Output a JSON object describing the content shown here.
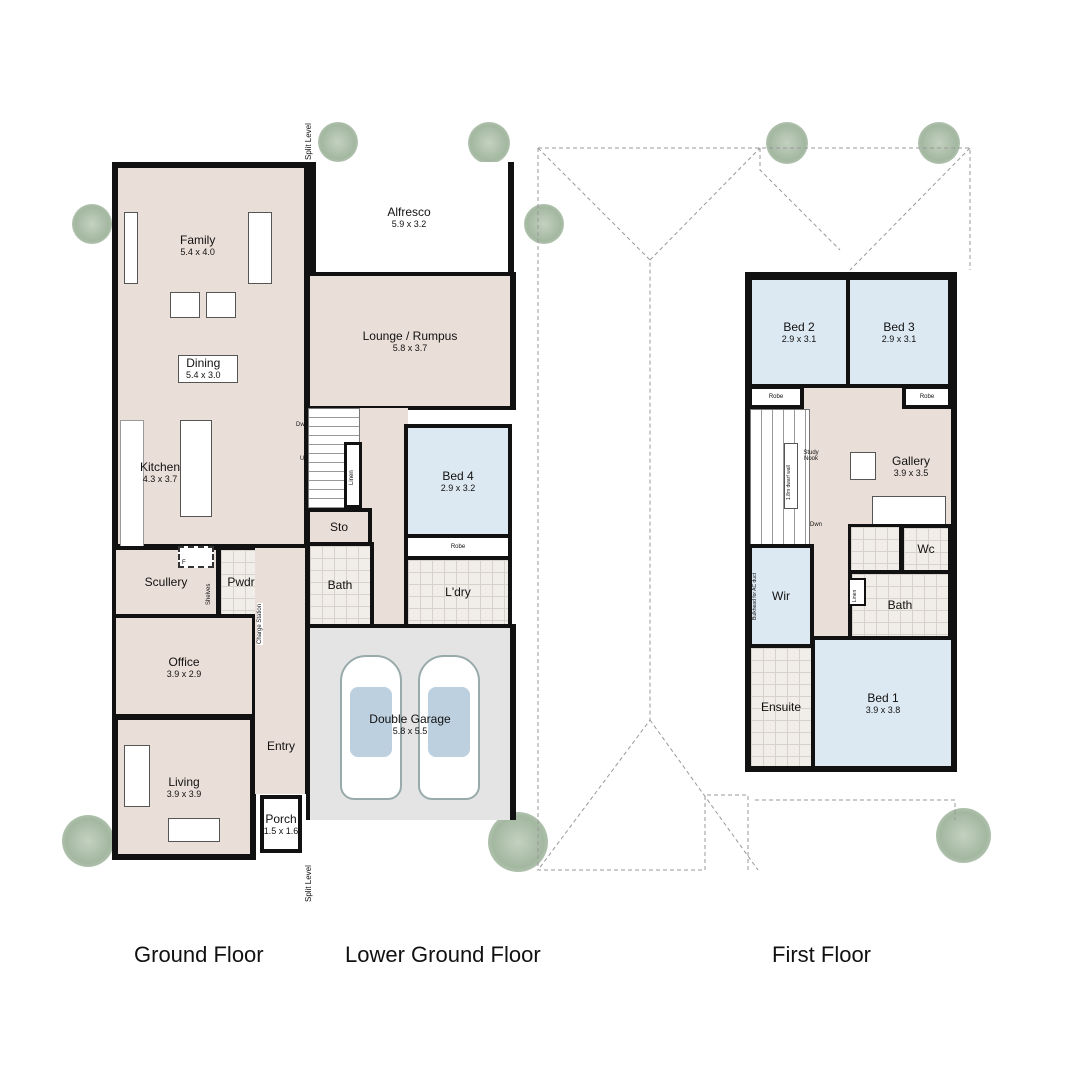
{
  "floors": [
    {
      "title": "Ground Floor"
    },
    {
      "title": "Lower Ground Floor"
    },
    {
      "title": "First Floor"
    }
  ],
  "split_level_label": "Split Level",
  "ground": {
    "family": {
      "name": "Family",
      "size": "5.4 x 4.0"
    },
    "dining": {
      "name": "Dining",
      "size": "5.4 x 3.0"
    },
    "kitchen": {
      "name": "Kitchen",
      "size": "4.3 x 3.7"
    },
    "scullery": {
      "name": "Scullery"
    },
    "shelves": "Shelves",
    "pwdr": {
      "name": "Pwdr"
    },
    "charge_station": "Charge Station",
    "office": {
      "name": "Office",
      "size": "3.9 x 2.9"
    },
    "living": {
      "name": "Living",
      "size": "3.9 x 3.9"
    },
    "entry": {
      "name": "Entry"
    },
    "porch": {
      "name": "Porch",
      "size": "1.5 x 1.6"
    },
    "fridge": "F"
  },
  "lower": {
    "alfresco": {
      "name": "Alfresco",
      "size": "5.9 x 3.2"
    },
    "lounge": {
      "name": "Lounge / Rumpus",
      "size": "5.8 x 3.7"
    },
    "stair_down": "Dwn",
    "stair_up": "Up",
    "linen": "Linen",
    "sto": {
      "name": "Sto"
    },
    "bed4": {
      "name": "Bed 4",
      "size": "2.9 x 3.2"
    },
    "robe": "Robe",
    "bath": {
      "name": "Bath"
    },
    "laundry": {
      "name": "L'dry"
    },
    "garage": {
      "name": "Double Garage",
      "size": "5.8 x 5.5"
    }
  },
  "first": {
    "bed2": {
      "name": "Bed 2",
      "size": "2.9 x 3.1"
    },
    "bed3": {
      "name": "Bed 3",
      "size": "2.9 x 3.1"
    },
    "robe_left": "Robe",
    "robe_right": "Robe",
    "gallery": {
      "name": "Gallery",
      "size": "3.9 x 3.5"
    },
    "study_nook": "Study Nook",
    "dwarf_wall": "1.8m dwarf wall",
    "stair_down": "Dwn",
    "wc": {
      "name": "Wc"
    },
    "bath": {
      "name": "Bath"
    },
    "linen": "Linen",
    "wir": {
      "name": "Wir"
    },
    "bulkhead": "Bulkhead for AC duct",
    "ensuite": {
      "name": "Ensuite"
    },
    "bed1": {
      "name": "Bed 1",
      "size": "3.9 x 3.8"
    }
  },
  "colors": {
    "living_area": "#eaded8",
    "bedroom": "#dde9f2",
    "garage": "#e4e4e4",
    "wall": "#111111",
    "tree": "#93ab90"
  }
}
